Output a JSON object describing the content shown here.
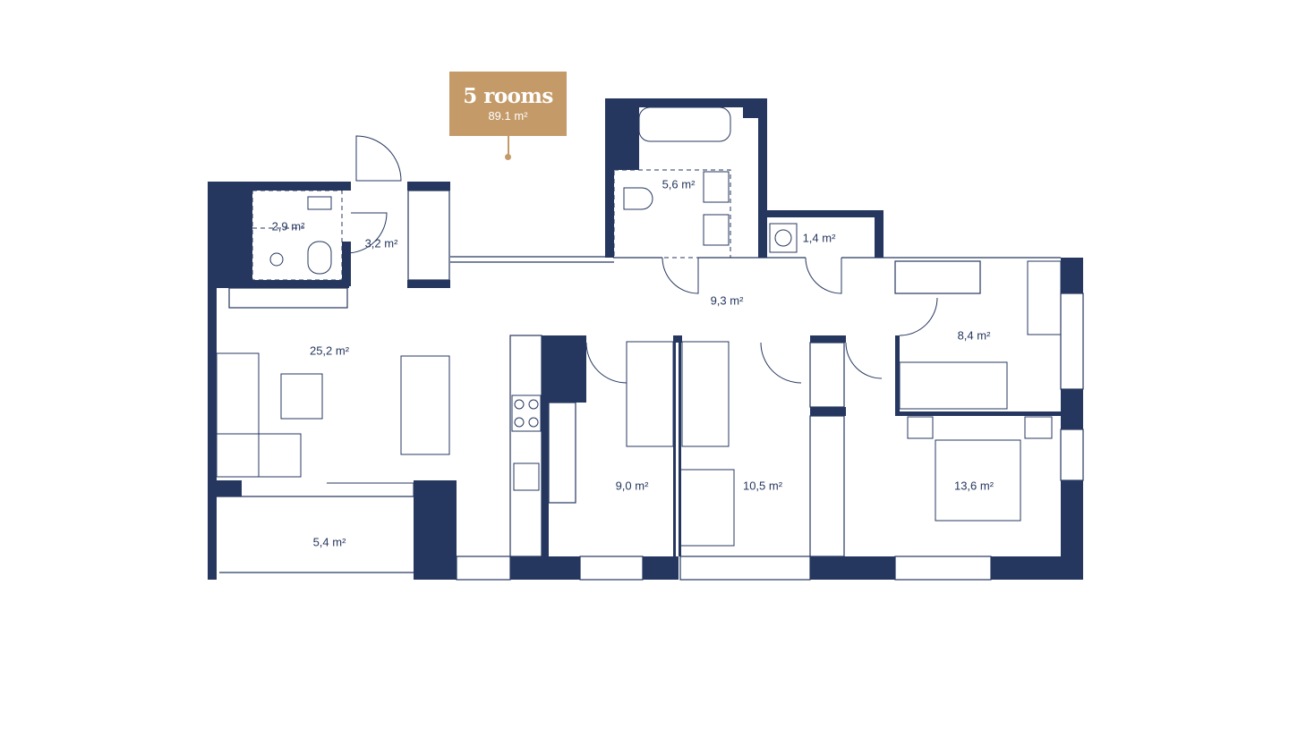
{
  "summary": {
    "rooms_label": "5 rooms",
    "total_area": "89.1 m²"
  },
  "colors": {
    "wall": "#26375f",
    "accent": "#c49a68"
  },
  "rooms": {
    "wc": "2,9 m²",
    "entry": "3,2 m²",
    "bathroom": "5,6 m²",
    "laundry": "1,4 m²",
    "hall": "9,3 m²",
    "study": "8,4 m²",
    "living": "25,2 m²",
    "bedroom_1": "9,0 m²",
    "bedroom_2": "10,5 m²",
    "master_bedroom": "13,6 m²",
    "balcony": "5,4 m²"
  }
}
